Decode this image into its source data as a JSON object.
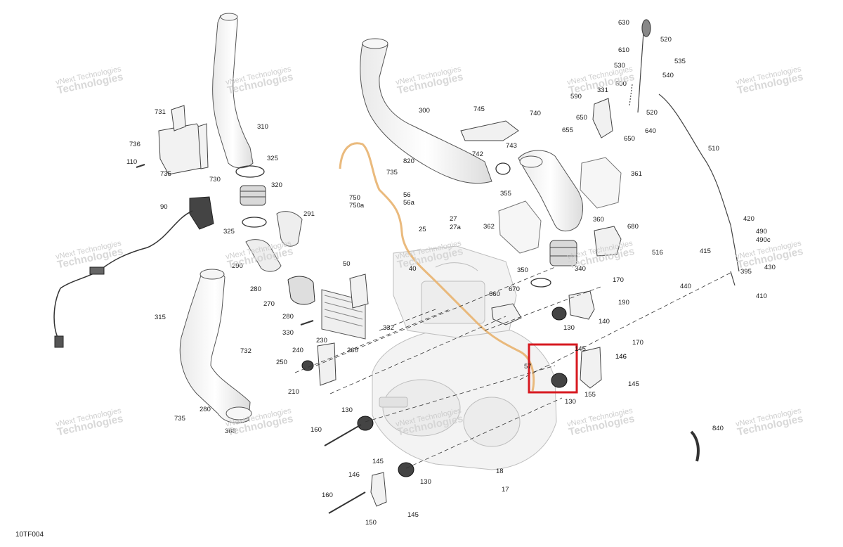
{
  "diagram_code": "10TF004",
  "watermark": {
    "line1": "vNext Technologies",
    "line2": "Technologies"
  },
  "highlight_color": "#d71920",
  "part_labels": [
    {
      "id": "p310",
      "text": "310"
    },
    {
      "id": "p731",
      "text": "731"
    },
    {
      "id": "p736",
      "text": "736"
    },
    {
      "id": "p110",
      "text": "110"
    },
    {
      "id": "p735a",
      "text": "735"
    },
    {
      "id": "p730",
      "text": "730"
    },
    {
      "id": "p325a",
      "text": "325"
    },
    {
      "id": "p320",
      "text": "320"
    },
    {
      "id": "p325b",
      "text": "325"
    },
    {
      "id": "p291",
      "text": "291"
    },
    {
      "id": "p90",
      "text": "90"
    },
    {
      "id": "p290",
      "text": "290"
    },
    {
      "id": "p280a",
      "text": "280"
    },
    {
      "id": "p270",
      "text": "270"
    },
    {
      "id": "p280b",
      "text": "280"
    },
    {
      "id": "p330",
      "text": "330"
    },
    {
      "id": "p315",
      "text": "315"
    },
    {
      "id": "p732",
      "text": "732"
    },
    {
      "id": "p280c",
      "text": "280"
    },
    {
      "id": "p735b",
      "text": "735"
    },
    {
      "id": "p368",
      "text": "368"
    },
    {
      "id": "p300",
      "text": "300"
    },
    {
      "id": "p735c",
      "text": "735"
    },
    {
      "id": "p820",
      "text": "820"
    },
    {
      "id": "p750",
      "text": "750"
    },
    {
      "id": "p750a",
      "text": "750a"
    },
    {
      "id": "p56",
      "text": "56"
    },
    {
      "id": "p56a",
      "text": "56a"
    },
    {
      "id": "p745",
      "text": "745"
    },
    {
      "id": "p740",
      "text": "740"
    },
    {
      "id": "p742",
      "text": "742"
    },
    {
      "id": "p743",
      "text": "743"
    },
    {
      "id": "p355",
      "text": "355"
    },
    {
      "id": "p361",
      "text": "361"
    },
    {
      "id": "p360",
      "text": "360"
    },
    {
      "id": "p362",
      "text": "362"
    },
    {
      "id": "p27",
      "text": "27"
    },
    {
      "id": "p27a",
      "text": "27a"
    },
    {
      "id": "p25",
      "text": "25"
    },
    {
      "id": "p40",
      "text": "40"
    },
    {
      "id": "p50",
      "text": "50"
    },
    {
      "id": "p332",
      "text": "332"
    },
    {
      "id": "p680",
      "text": "680"
    },
    {
      "id": "p516",
      "text": "516"
    },
    {
      "id": "p340",
      "text": "340"
    },
    {
      "id": "p350",
      "text": "350"
    },
    {
      "id": "p660",
      "text": "660"
    },
    {
      "id": "p670",
      "text": "670"
    },
    {
      "id": "p170a",
      "text": "170"
    },
    {
      "id": "p190",
      "text": "190"
    },
    {
      "id": "p140",
      "text": "140"
    },
    {
      "id": "p130a",
      "text": "130"
    },
    {
      "id": "p240",
      "text": "240"
    },
    {
      "id": "p230",
      "text": "230"
    },
    {
      "id": "p260",
      "text": "260"
    },
    {
      "id": "p250",
      "text": "250"
    },
    {
      "id": "p210",
      "text": "210"
    },
    {
      "id": "p57",
      "text": "57"
    },
    {
      "id": "p146a",
      "text": "146"
    },
    {
      "id": "p145a",
      "text": "145"
    },
    {
      "id": "p130b",
      "text": "130"
    },
    {
      "id": "p155",
      "text": "155"
    },
    {
      "id": "p170b",
      "text": "170"
    },
    {
      "id": "p146b",
      "text": "146"
    },
    {
      "id": "p145b",
      "text": "145"
    },
    {
      "id": "p130c",
      "text": "130"
    },
    {
      "id": "p160a",
      "text": "160"
    },
    {
      "id": "p145c",
      "text": "145"
    },
    {
      "id": "p130d",
      "text": "130"
    },
    {
      "id": "p146c",
      "text": "146"
    },
    {
      "id": "p160b",
      "text": "160"
    },
    {
      "id": "p150",
      "text": "150"
    },
    {
      "id": "p145d",
      "text": "145"
    },
    {
      "id": "p18",
      "text": "18"
    },
    {
      "id": "p17",
      "text": "17"
    },
    {
      "id": "p630",
      "text": "630"
    },
    {
      "id": "p520a",
      "text": "520"
    },
    {
      "id": "p610",
      "text": "610"
    },
    {
      "id": "p535",
      "text": "535"
    },
    {
      "id": "p530",
      "text": "530"
    },
    {
      "id": "p540",
      "text": "540"
    },
    {
      "id": "p600",
      "text": "600"
    },
    {
      "id": "p331",
      "text": "331"
    },
    {
      "id": "p590",
      "text": "590"
    },
    {
      "id": "p520b",
      "text": "520"
    },
    {
      "id": "p650a",
      "text": "650"
    },
    {
      "id": "p655",
      "text": "655"
    },
    {
      "id": "p650b",
      "text": "650"
    },
    {
      "id": "p640",
      "text": "640"
    },
    {
      "id": "p510",
      "text": "510"
    },
    {
      "id": "p420",
      "text": "420"
    },
    {
      "id": "p490",
      "text": "490"
    },
    {
      "id": "p490c",
      "text": "490c"
    },
    {
      "id": "p415",
      "text": "415"
    },
    {
      "id": "p395",
      "text": "395"
    },
    {
      "id": "p430",
      "text": "430"
    },
    {
      "id": "p440",
      "text": "440"
    },
    {
      "id": "p410",
      "text": "410"
    },
    {
      "id": "p840",
      "text": "840"
    }
  ]
}
